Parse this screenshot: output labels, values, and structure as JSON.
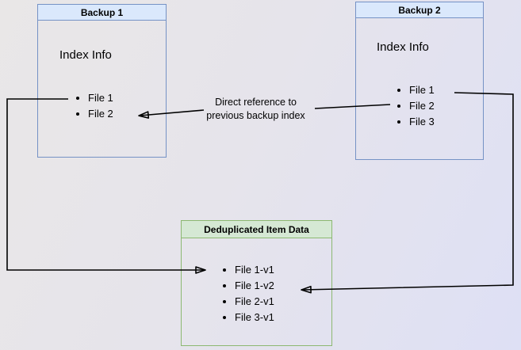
{
  "diagram": {
    "backup1": {
      "title": "Backup 1",
      "heading": "Index Info",
      "items": [
        "File 1",
        "File 2"
      ]
    },
    "backup2": {
      "title": "Backup 2",
      "heading": "Index Info",
      "items": [
        "File 1",
        "File 2",
        "File 3"
      ]
    },
    "dedup": {
      "title": "Deduplicated Item Data",
      "items": [
        "File 1-v1",
        "File 1-v2",
        "File 2-v1",
        "File 3-v1"
      ]
    },
    "annotation": {
      "line1": "Direct reference to",
      "line2": "previous backup index"
    },
    "colors": {
      "backup_header_fill": "#dae8fc",
      "backup_border": "#7592c5",
      "dedup_header_fill": "#d5e8d4",
      "dedup_border": "#8cb871",
      "arrow": "#000000",
      "background_left": "#e9e7e7",
      "background_right": "#dee0f5"
    }
  }
}
